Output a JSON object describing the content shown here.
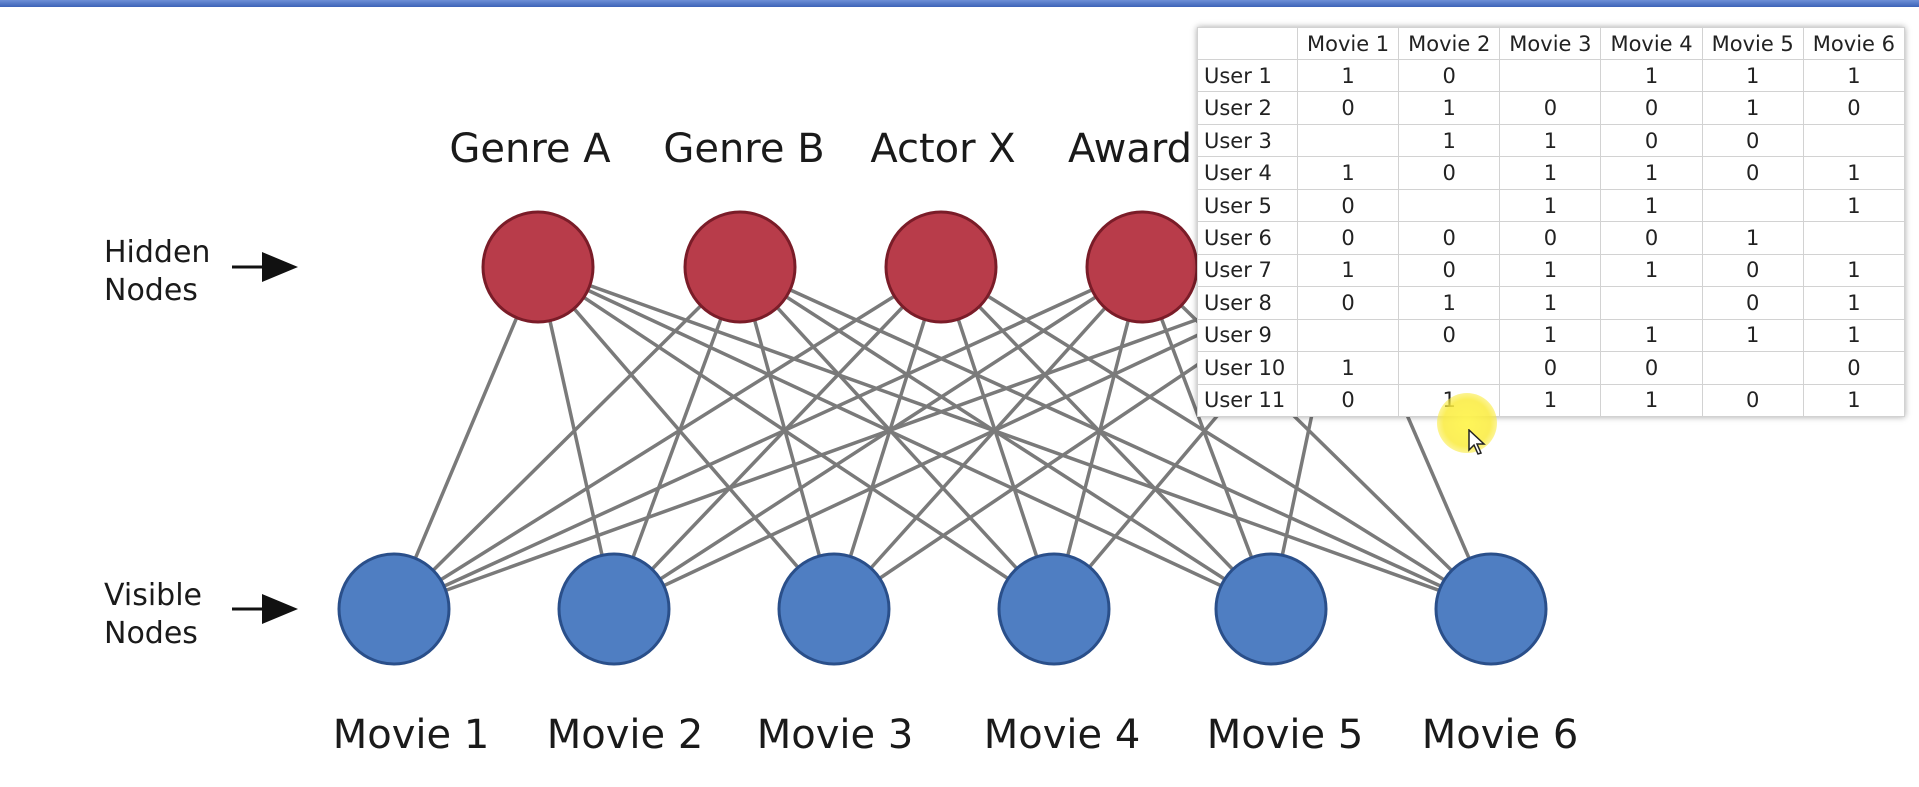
{
  "hidden_layer": {
    "label_line1": "Hidden",
    "label_line2": "Nodes",
    "nodes": [
      "Genre A",
      "Genre B",
      "Actor X",
      "Award"
    ]
  },
  "visible_layer": {
    "label_line1": "Visible",
    "label_line2": "Nodes",
    "nodes": [
      "Movie 1",
      "Movie 2",
      "Movie 3",
      "Movie 4",
      "Movie 5",
      "Movie 6"
    ]
  },
  "colors": {
    "hidden_node": "#b83c4a",
    "hidden_stroke": "#7a1c28",
    "visible_node": "#4f7ec2",
    "visible_stroke": "#2a4f8a",
    "edge": "#7a7a7a"
  },
  "ratings_table": {
    "columns": [
      "",
      "Movie 1",
      "Movie 2",
      "Movie 3",
      "Movie 4",
      "Movie 5",
      "Movie 6"
    ],
    "rows": [
      {
        "user": "User 1",
        "values": [
          "1",
          "0",
          "",
          "1",
          "1",
          "1"
        ]
      },
      {
        "user": "User 2",
        "values": [
          "0",
          "1",
          "0",
          "0",
          "1",
          "0"
        ]
      },
      {
        "user": "User 3",
        "values": [
          "",
          "1",
          "1",
          "0",
          "0",
          ""
        ]
      },
      {
        "user": "User 4",
        "values": [
          "1",
          "0",
          "1",
          "1",
          "0",
          "1"
        ]
      },
      {
        "user": "User 5",
        "values": [
          "0",
          "",
          "1",
          "1",
          "",
          "1"
        ]
      },
      {
        "user": "User 6",
        "values": [
          "0",
          "0",
          "0",
          "0",
          "1",
          ""
        ]
      },
      {
        "user": "User 7",
        "values": [
          "1",
          "0",
          "1",
          "1",
          "0",
          "1"
        ]
      },
      {
        "user": "User 8",
        "values": [
          "0",
          "1",
          "1",
          "",
          "0",
          "1"
        ]
      },
      {
        "user": "User 9",
        "values": [
          "",
          "0",
          "1",
          "1",
          "1",
          "1"
        ]
      },
      {
        "user": "User 10",
        "values": [
          "1",
          "",
          "0",
          "0",
          "",
          "0"
        ]
      },
      {
        "user": "User 11",
        "values": [
          "0",
          "1",
          "1",
          "1",
          "0",
          "1"
        ]
      }
    ]
  }
}
